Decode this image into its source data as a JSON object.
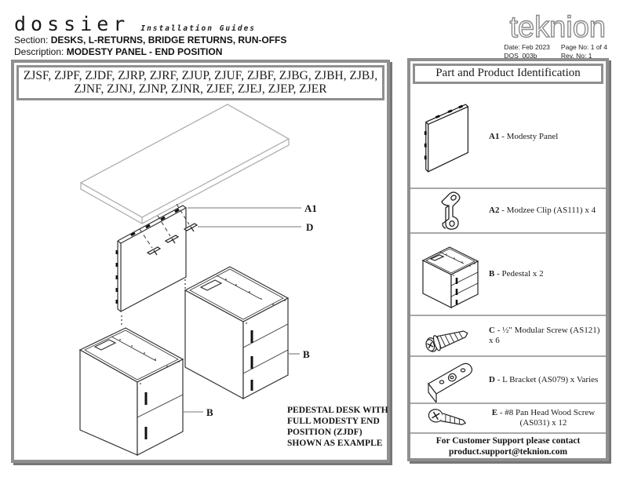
{
  "header": {
    "brand": "dossier",
    "brand_sub": "Installation Guides",
    "section_label": "Section:",
    "section_value": "DESKS, L-RETURNS, BRIDGE RETURNS, RUN-OFFS",
    "description_label": "Description:",
    "description_value": "MODESTY PANEL - END POSITION",
    "logo": "teknion",
    "meta": {
      "date": "Date: Feb 2023",
      "page": "Page No: 1 of 4",
      "doc_code": "DOS_003b",
      "rev": "Rev. No: 1"
    }
  },
  "main_panel": {
    "models_line1": "ZJSF, ZJPF, ZJDF, ZJRP, ZJRF, ZJUP, ZJUF, ZJBF, ZJBG, ZJBH, ZJBJ,",
    "models_line2": "ZJNF, ZJNJ, ZJNP, ZJNR, ZJEF, ZJEJ, ZJEP, ZJER",
    "labels": {
      "a1": "A1",
      "d": "D",
      "b_right": "B",
      "b_left": "B"
    },
    "caption_line1": "PEDESTAL DESK WITH",
    "caption_line2": "FULL MODESTY END",
    "caption_line3": "POSITION (ZJDF)",
    "caption_line4": "SHOWN AS EXAMPLE"
  },
  "parts_panel": {
    "title": "Part and Product Identification",
    "items": [
      {
        "code": "A1",
        "rest": " - Modesty Panel"
      },
      {
        "code": "A2",
        "rest": " - Modzee Clip (AS111) x 4"
      },
      {
        "code": "B",
        "rest": " - Pedestal x 2"
      },
      {
        "code": "C",
        "rest": " - ½\" Modular Screw (AS121) x 6"
      },
      {
        "code": "D",
        "rest": " - L Bracket (AS079) x Varies"
      },
      {
        "code": "E",
        "rest": " - #8 Pan Head Wood Screw (AS031) x 12"
      }
    ],
    "support_line1": "For Customer Support please contact",
    "support_line2": "product.support@teknion.com"
  },
  "colors": {
    "panel_border": "#8f8f8f",
    "light_line": "#b0b0b0",
    "dark_line": "#333333"
  }
}
